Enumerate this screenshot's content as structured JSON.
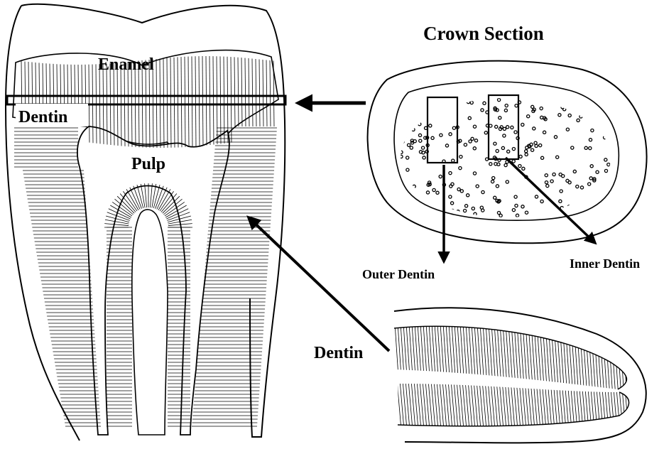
{
  "title": "Crown Section",
  "labels": {
    "enamel": "Enamel",
    "dentin_crown": "Dentin",
    "pulp": "Pulp",
    "outer_dentin": "Outer Dentin",
    "inner_dentin": "Inner Dentin",
    "dentin_root": "Dentin"
  },
  "colors": {
    "ink": "#000000",
    "background": "#ffffff"
  }
}
